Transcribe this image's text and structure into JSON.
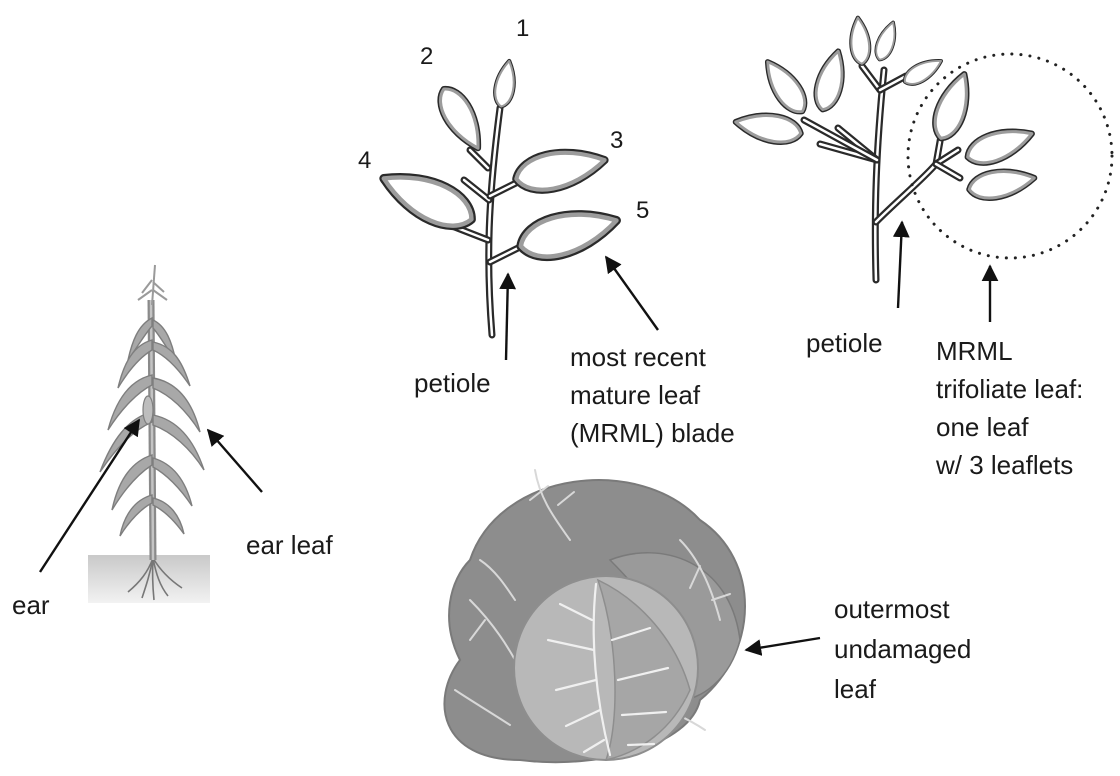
{
  "corn": {
    "label_ear": "ear",
    "label_ear_leaf": "ear leaf"
  },
  "compound_plant": {
    "leaf_numbers": [
      "1",
      "2",
      "3",
      "4",
      "5"
    ],
    "label_petiole": "petiole",
    "label_mrml_lines": [
      "most recent",
      "mature leaf",
      "(MRML) blade"
    ]
  },
  "trifoliate_plant": {
    "label_petiole": "petiole",
    "label_mrml_lines": [
      "MRML",
      "trifoliate leaf:",
      "one leaf",
      "w/ 3 leaflets"
    ]
  },
  "cabbage": {
    "label_lines": [
      "outermost",
      "undamaged",
      "leaf"
    ]
  }
}
